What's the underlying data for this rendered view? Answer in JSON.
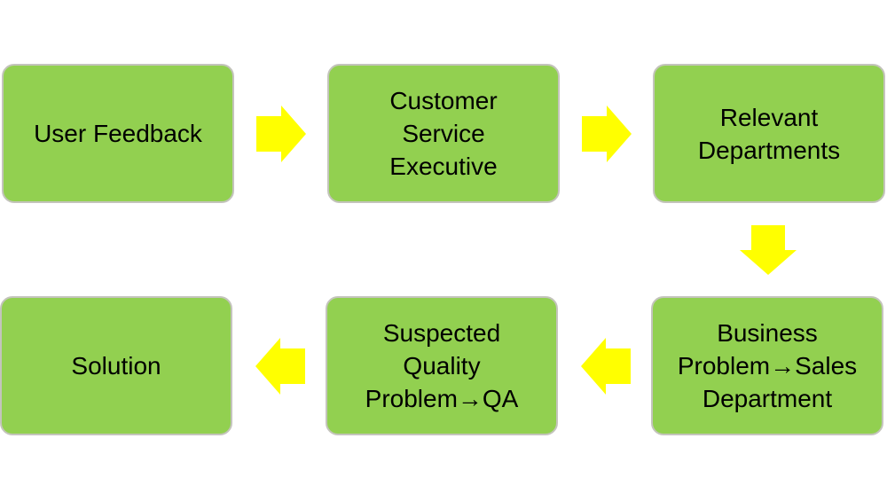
{
  "diagram": {
    "type": "flowchart",
    "colors": {
      "box_fill": "#92d050",
      "box_border": "#c4c4bc",
      "arrow_fill": "#ffff00",
      "text": "#000000"
    },
    "nodes": [
      {
        "id": "user-feedback",
        "label": "User Feedback"
      },
      {
        "id": "customer-service-executive",
        "label": "Customer\nService\nExecutive"
      },
      {
        "id": "relevant-departments",
        "label": "Relevant\nDepartments"
      },
      {
        "id": "business-problem-sales",
        "label": "Business\nProblem→Sales\nDepartment"
      },
      {
        "id": "suspected-quality-qa",
        "label": "Suspected\nQuality\nProblem→QA"
      },
      {
        "id": "solution",
        "label": "Solution"
      }
    ],
    "edges": [
      {
        "from": "user-feedback",
        "to": "customer-service-executive",
        "direction": "right"
      },
      {
        "from": "customer-service-executive",
        "to": "relevant-departments",
        "direction": "right"
      },
      {
        "from": "relevant-departments",
        "to": "business-problem-sales",
        "direction": "down"
      },
      {
        "from": "business-problem-sales",
        "to": "suspected-quality-qa",
        "direction": "left"
      },
      {
        "from": "suspected-quality-qa",
        "to": "solution",
        "direction": "left"
      }
    ]
  }
}
